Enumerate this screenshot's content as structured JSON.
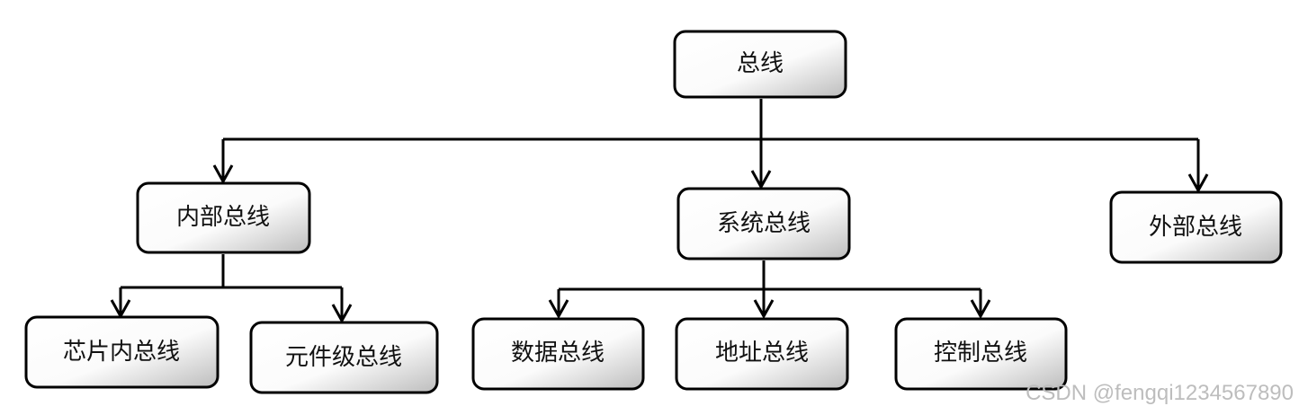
{
  "nodes": {
    "root": "总线",
    "internal_bus": "内部总线",
    "system_bus": "系统总线",
    "external_bus": "外部总线",
    "on_chip_bus": "芯片内总线",
    "component_bus": "元件级总线",
    "data_bus": "数据总线",
    "address_bus": "地址总线",
    "control_bus": "控制总线"
  },
  "watermark": "CSDN @fengqi1234567890"
}
